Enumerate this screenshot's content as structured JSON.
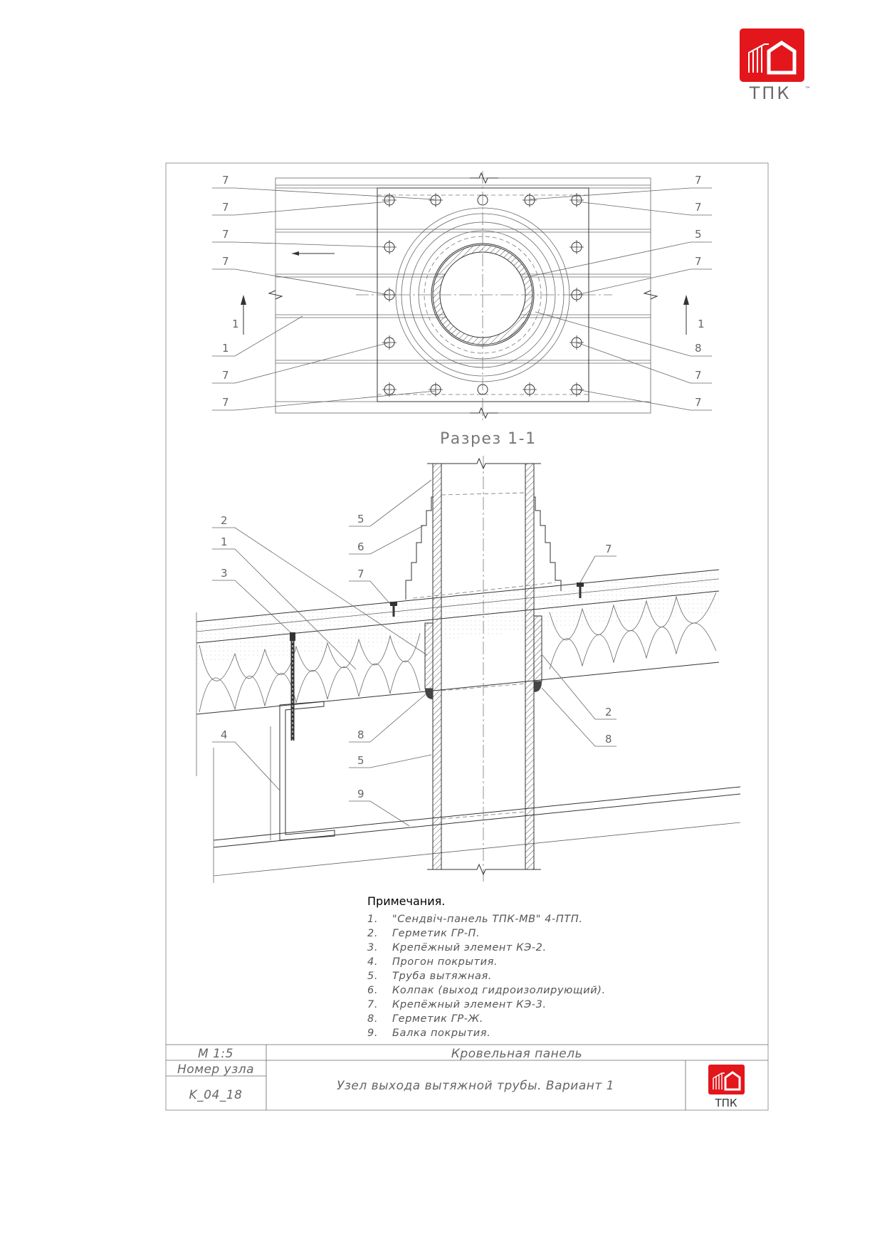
{
  "logo": {
    "text": "ТПК",
    "tm": "™",
    "color": "#e3161c"
  },
  "plan": {
    "labels_left": [
      "7",
      "7",
      "7",
      "7",
      "1",
      "7",
      "7"
    ],
    "labels_right": [
      "7",
      "7",
      "5",
      "7",
      "8",
      "7",
      "7"
    ],
    "section_mark": "1"
  },
  "section": {
    "title": "Разрез 1-1",
    "labels_left": [
      "5",
      "6",
      "2",
      "1",
      "3",
      "7",
      "8",
      "4",
      "5",
      "9"
    ],
    "labels_right": [
      "7",
      "2",
      "8"
    ]
  },
  "notes": {
    "heading": "Примечания.",
    "items": [
      {
        "n": "1.",
        "text": "\"Сендвiч-панель ТПК-МВ\" 4-ПТП."
      },
      {
        "n": "2.",
        "text": "Герметик ГР-П."
      },
      {
        "n": "3.",
        "text": "Крепёжный элемент КЭ-2."
      },
      {
        "n": "4.",
        "text": "Прогон покрытия."
      },
      {
        "n": "5.",
        "text": "Труба вытяжная."
      },
      {
        "n": "6.",
        "text": "Колпак (выход гидроизолирующий)."
      },
      {
        "n": "7.",
        "text": "Крепёжный элемент КЭ-3."
      },
      {
        "n": "8.",
        "text": "Герметик ГР-Ж."
      },
      {
        "n": "9.",
        "text": "Балка покрытия."
      }
    ]
  },
  "stamp": {
    "scale": "М 1:5",
    "node_label": "Номер узла",
    "node_code": "K_04_18",
    "category": "Кровельная панель",
    "title": "Узел выхода вытяжной трубы. Вариант 1",
    "logo_text": "ТПК"
  }
}
